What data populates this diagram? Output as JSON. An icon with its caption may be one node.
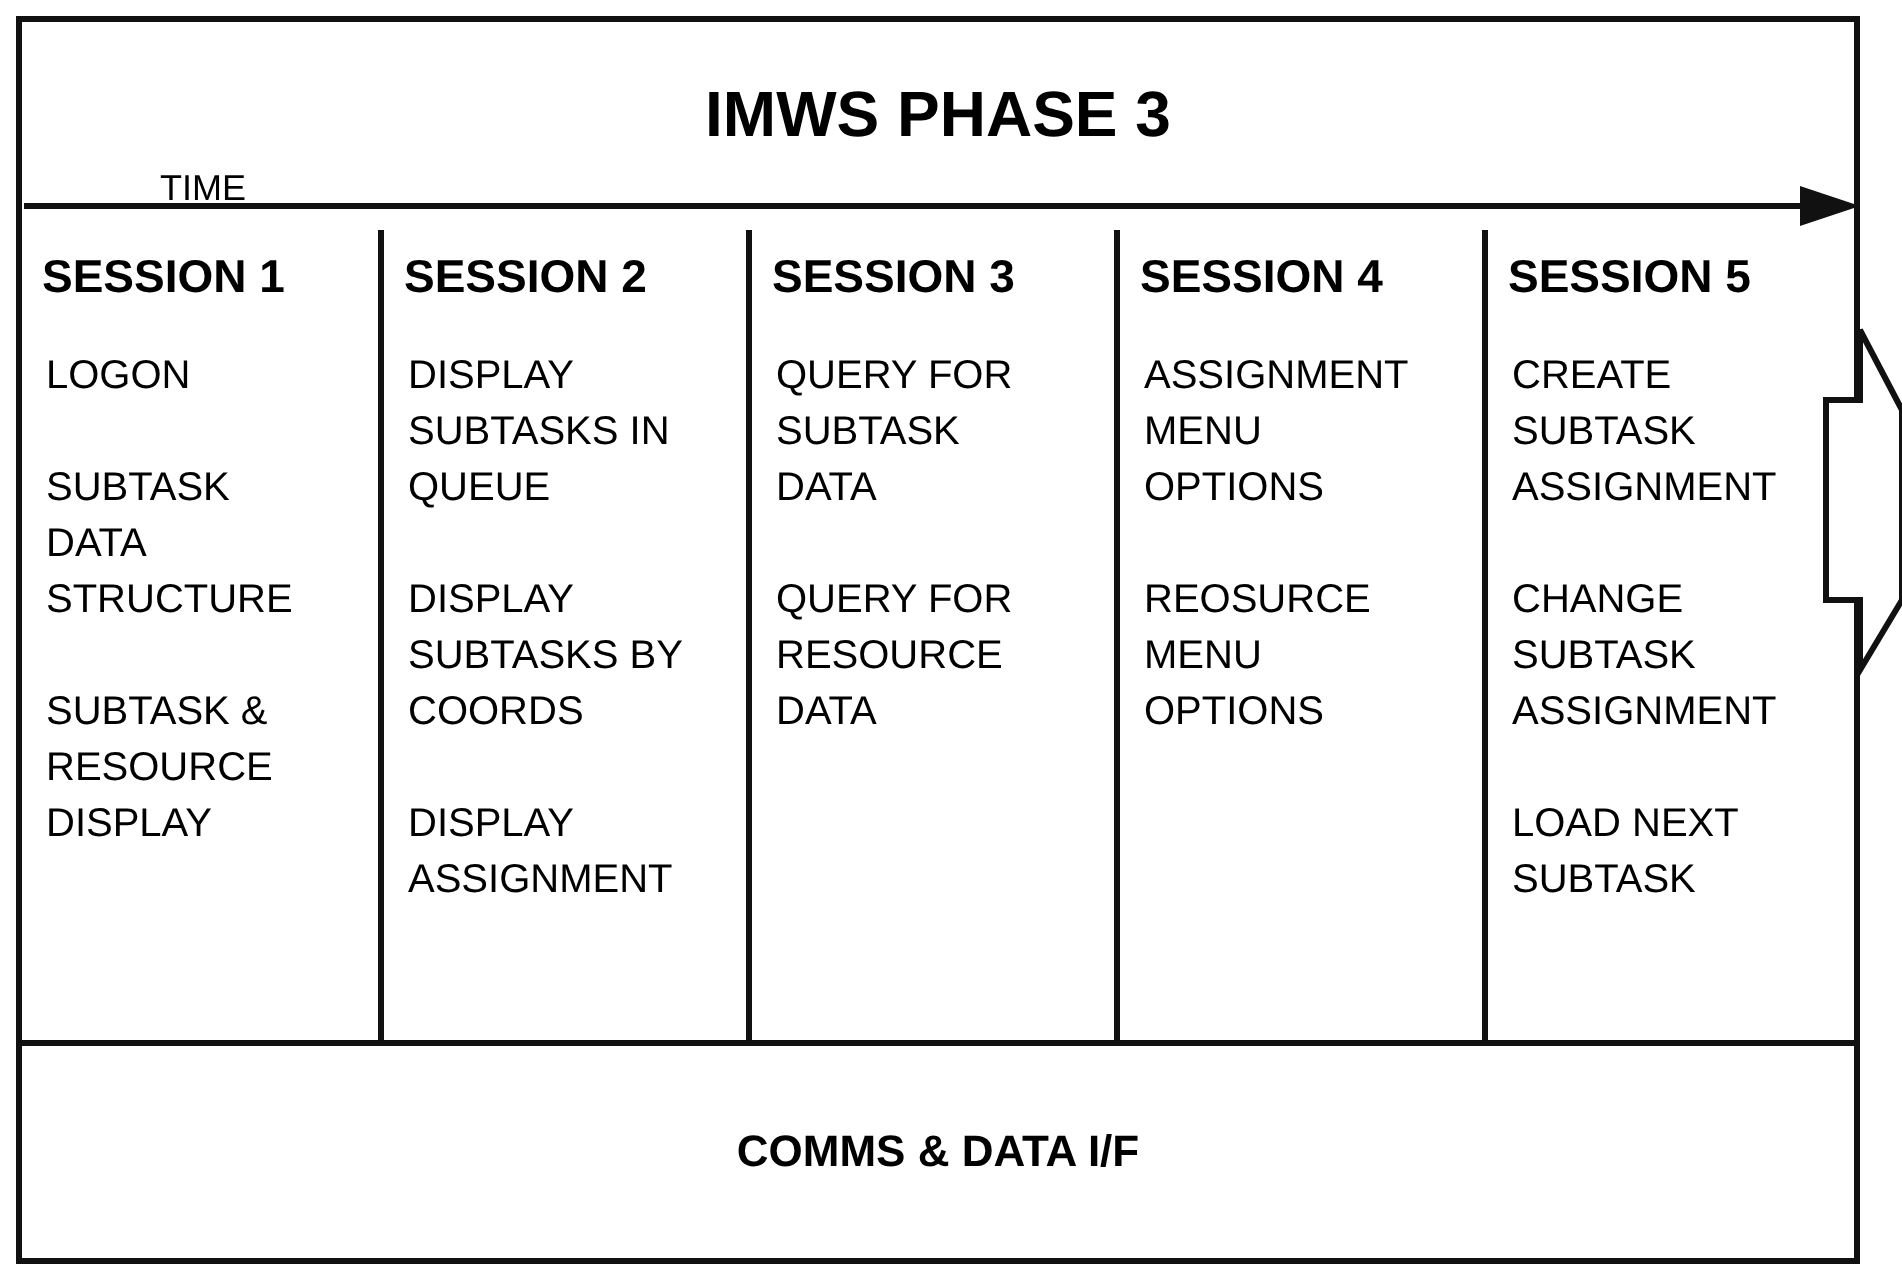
{
  "diagram": {
    "nodes": [
      {
        "text": [
          "IMWS PHASE 3"
        ]
      },
      {
        "text": [
          "SESSION 1",
          "LOGON",
          "SUBTASK DATA STRUCTURE",
          "SUBTASK & RESOURCE DISPLAY"
        ]
      },
      {
        "text": [
          "SESSION 2",
          "DISPLAY SUBTASKS IN QUEUE",
          "DISPLAY SUBTASKS BY COORDS",
          "DISPLAY ASSIGNMENT"
        ]
      },
      {
        "text": [
          "SESSION 3",
          "QUERY FOR SUBTASK DATA",
          "QUERY FOR RESOURCE DATA"
        ]
      },
      {
        "text": [
          "SESSION 4",
          "ASSIGNMENT MENU OPTIONS",
          "REOSURCE MENU OPTIONS"
        ]
      },
      {
        "text": [
          "SESSION 5",
          "CREATE SUBTASK ASSIGNMENT",
          "CHANGE SUBTASK ASSIGNMENT",
          "LOAD NEXT SUBTASK"
        ]
      },
      {
        "text": [
          "COMMS & DATA I/F"
        ]
      }
    ],
    "labels": [
      "TIME"
    ]
  }
}
